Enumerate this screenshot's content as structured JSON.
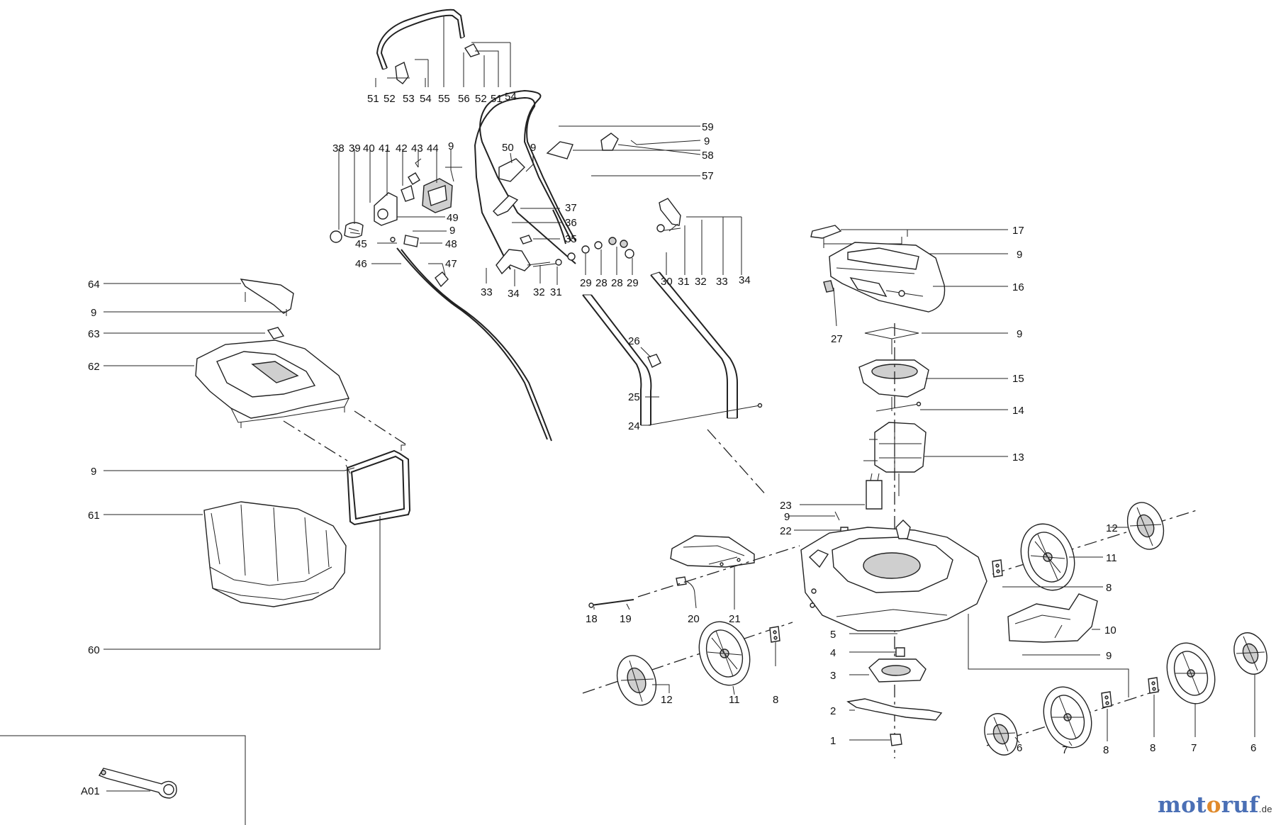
{
  "brand": {
    "part1": "mot",
    "part2": "o",
    "part3": "ruf",
    "tld": ".de"
  },
  "labels": {
    "p51a": "51",
    "p52a": "52",
    "p53": "53",
    "p54a": "54",
    "p55": "55",
    "p56": "56",
    "p52b": "52",
    "p51b": "51",
    "p54b": "54",
    "p59": "59",
    "p9_r1": "9",
    "p58": "58",
    "p57": "57",
    "p38": "38",
    "p39": "39",
    "p40": "40",
    "p41": "41",
    "p42": "42",
    "p43": "43",
    "p44": "44",
    "p9_t": "9",
    "p50": "50",
    "p9_50": "9",
    "p49": "49",
    "p9_49": "9",
    "p45": "45",
    "p48": "48",
    "p46": "46",
    "p47": "47",
    "p37": "37",
    "p36": "36",
    "p35": "35",
    "p33a": "33",
    "p34a": "34",
    "p32a": "32",
    "p31a": "31",
    "p29a": "29",
    "p28a": "28",
    "p28b": "28",
    "p29b": "29",
    "p30": "30",
    "p31b": "31",
    "p32b": "32",
    "p33b": "33",
    "p34b": "34",
    "p17": "17",
    "p9_17": "9",
    "p16": "16",
    "p27": "27",
    "p9_27": "9",
    "p15": "15",
    "p14": "14",
    "p13": "13",
    "p64": "64",
    "p9_64": "9",
    "p63": "63",
    "p62": "62",
    "p9_mid": "9",
    "p61": "61",
    "p60": "60",
    "p26": "26",
    "p25": "25",
    "p24": "24",
    "p23": "23",
    "p9_23": "9",
    "p22": "22",
    "p12a": "12",
    "p11a": "11",
    "p8a": "8",
    "p18": "18",
    "p19": "19",
    "p20": "20",
    "p21": "21",
    "p5": "5",
    "p4": "4",
    "p3": "3",
    "p2": "2",
    "p1": "1",
    "p12b": "12",
    "p11b": "11",
    "p8b": "8",
    "p10": "10",
    "p9_10": "9",
    "p6a": "6",
    "p7a": "7",
    "p8c": "8",
    "p8d": "8",
    "p7b": "7",
    "p6b": "6",
    "pA01": "A01"
  }
}
